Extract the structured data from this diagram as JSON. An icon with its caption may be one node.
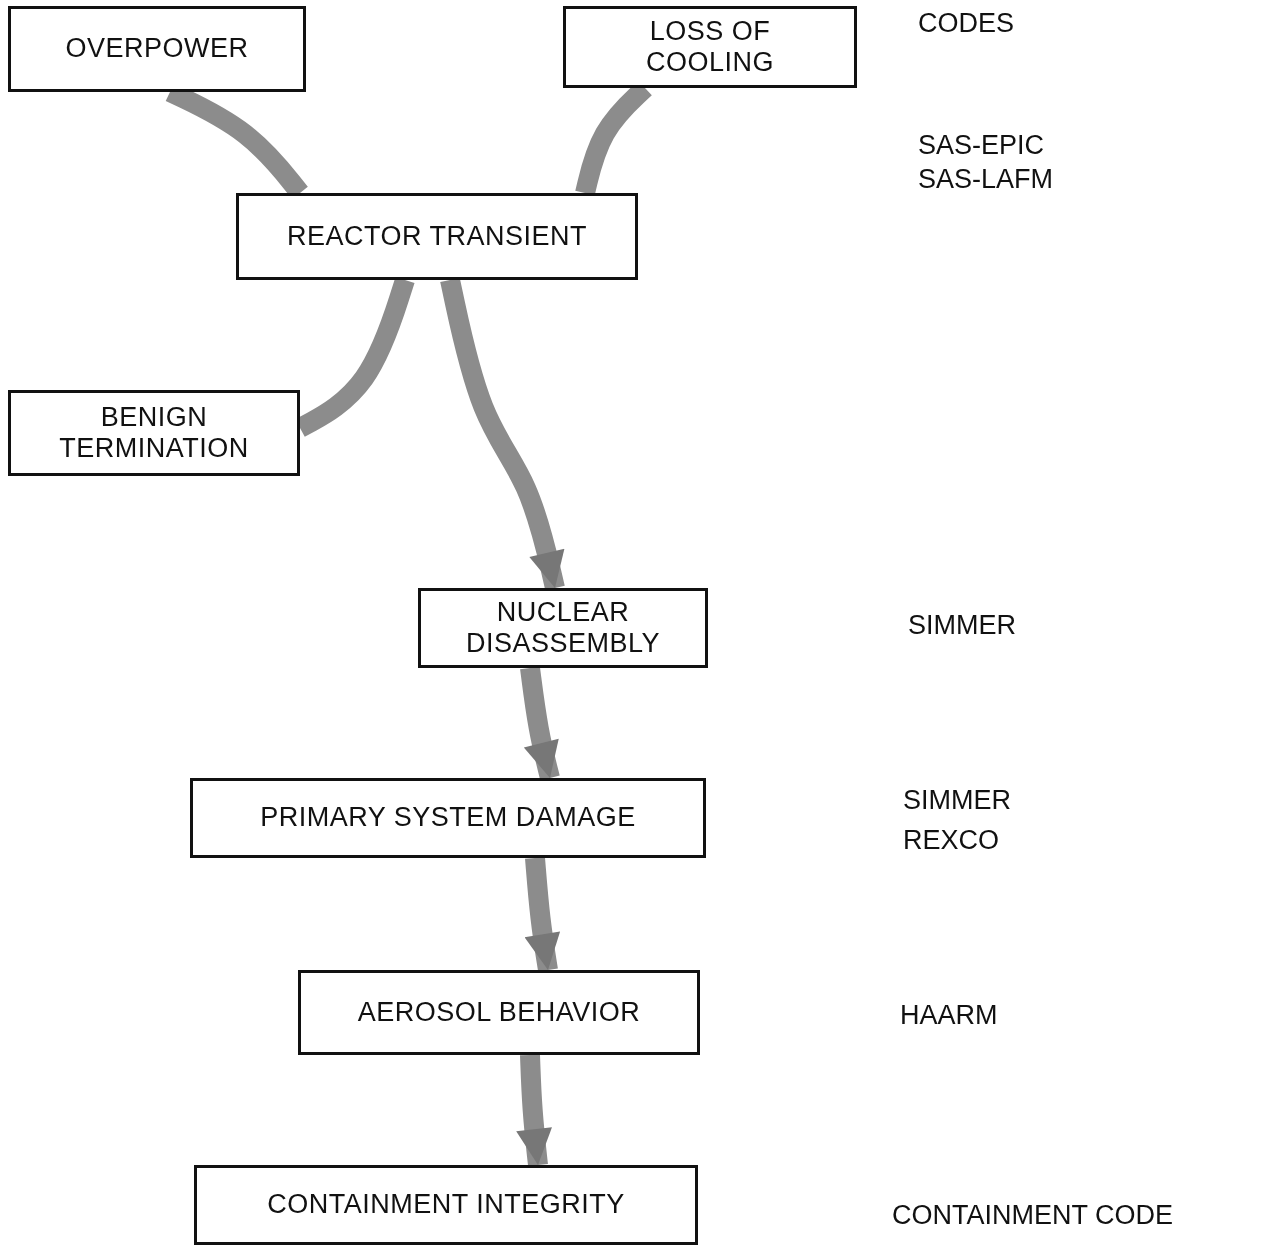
{
  "diagram": {
    "nodes": [
      {
        "text": [
          "OVERPOWER"
        ]
      },
      {
        "text": [
          "LOSS OF COOLING"
        ]
      },
      {
        "text": [
          "REACTOR TRANSIENT"
        ]
      },
      {
        "text": [
          "BENIGN TERMINATION"
        ]
      },
      {
        "text": [
          "NUCLEAR DISASSEMBLY"
        ]
      },
      {
        "text": [
          "PRIMARY SYSTEM DAMAGE"
        ]
      },
      {
        "text": [
          "AEROSOL BEHAVIOR"
        ]
      },
      {
        "text": [
          "CONTAINMENT INTEGRITY"
        ]
      }
    ],
    "edges": [
      {
        "from": 0,
        "to": 2,
        "arrow": "none"
      },
      {
        "from": 1,
        "to": 2,
        "arrow": "none"
      },
      {
        "from": 2,
        "to": 3,
        "arrow": "none"
      },
      {
        "from": 2,
        "to": 4,
        "arrow": "to"
      },
      {
        "from": 4,
        "to": 5,
        "arrow": "to"
      },
      {
        "from": 5,
        "to": 6,
        "arrow": "to"
      },
      {
        "from": 6,
        "to": 7,
        "arrow": "to"
      }
    ],
    "labels": [
      "CODES",
      "SAS-EPIC",
      "SAS-LAFM",
      "SIMMER",
      "SIMMER",
      "REXCO",
      "HAARM",
      "CONTAINMENT CODE"
    ]
  }
}
